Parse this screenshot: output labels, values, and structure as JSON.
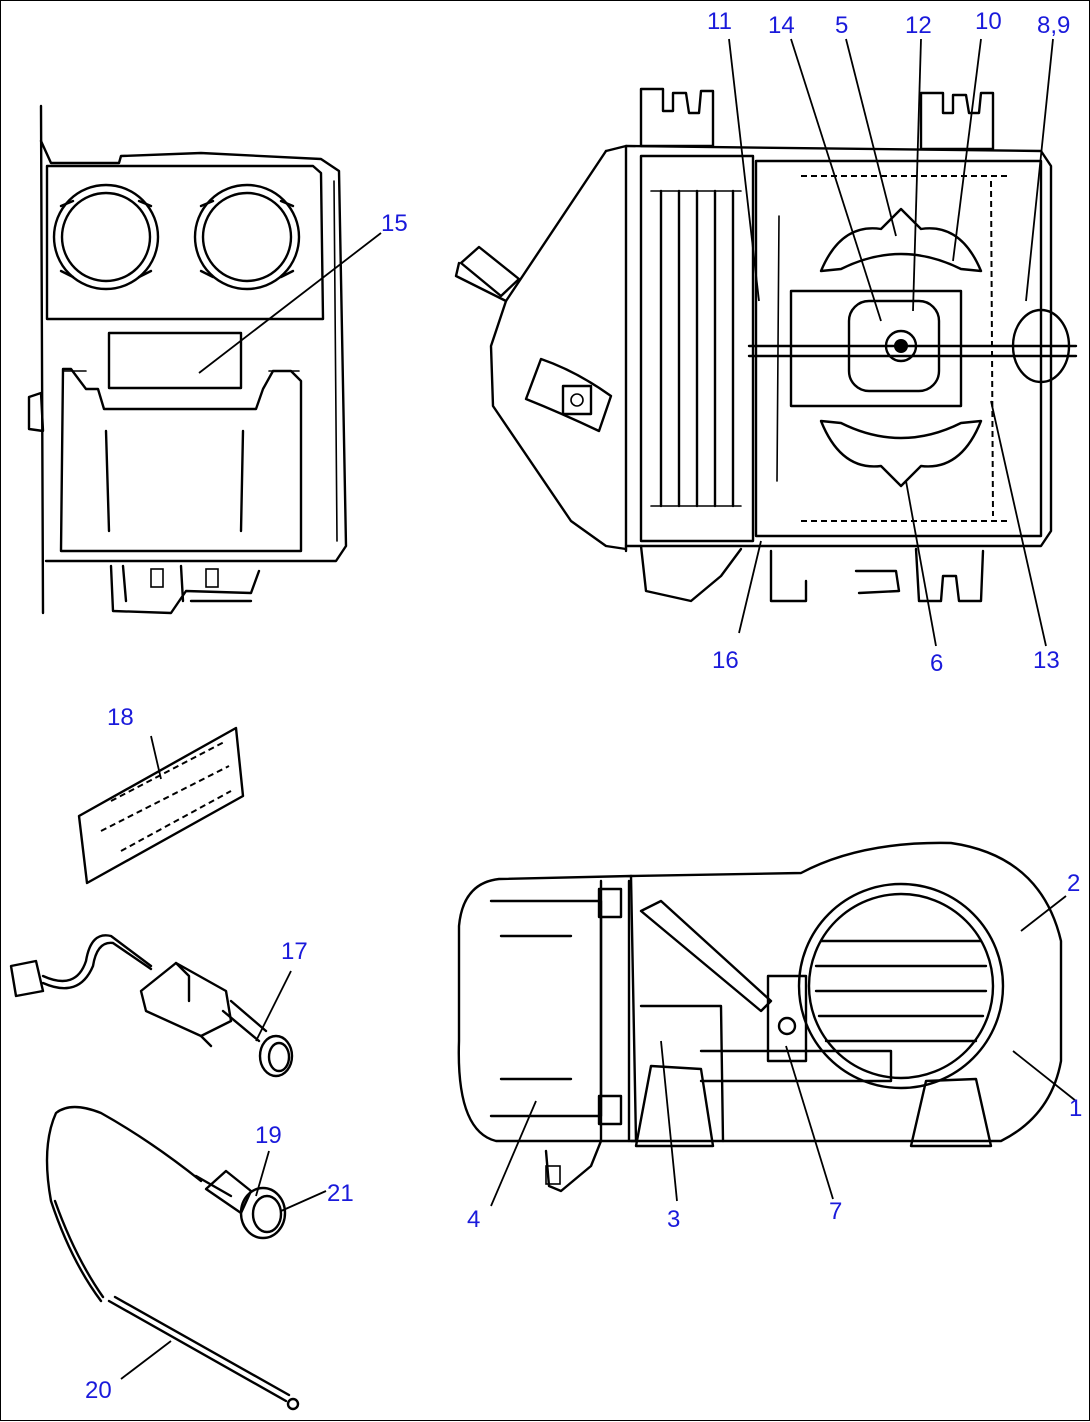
{
  "callouts": {
    "c1": "1",
    "c2": "2",
    "c3": "3",
    "c4": "4",
    "c5": "5",
    "c6": "6",
    "c7": "7",
    "c89": "8,9",
    "c10": "10",
    "c11": "11",
    "c12": "12",
    "c13": "13",
    "c14": "14",
    "c15": "15",
    "c16": "16",
    "c17": "17",
    "c18": "18",
    "c19": "19",
    "c20": "20",
    "c21": "21"
  },
  "colors": {
    "callout": "#1a1adb",
    "line": "#000000",
    "background": "#ffffff"
  }
}
